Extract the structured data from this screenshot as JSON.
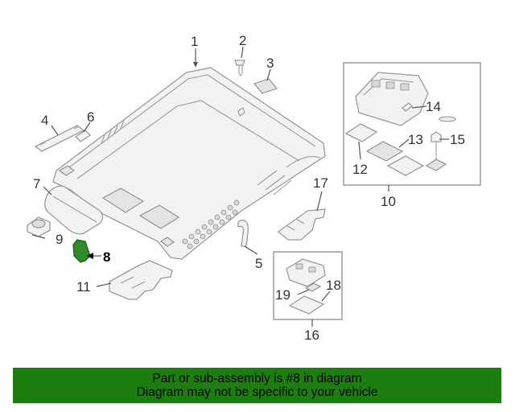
{
  "callouts": {
    "c1": "1",
    "c2": "2",
    "c3": "3",
    "c4": "4",
    "c5": "5",
    "c6": "6",
    "c7": "7",
    "c8": "8",
    "c9": "9",
    "c10": "10",
    "c11": "11",
    "c12": "12",
    "c13": "13",
    "c14": "14",
    "c15": "15",
    "c16": "16",
    "c17": "17",
    "c18": "18",
    "c19": "19"
  },
  "highlight_part": "8",
  "colors": {
    "highlight": "#2f8a2a",
    "banner_background": "#1e7d11",
    "banner_text": "#000000",
    "line_art": "#9a9a9a"
  },
  "banner": {
    "line1": "Part or sub-assembly is #8 in diagram",
    "line2": "Diagram may not be specific to your vehicle"
  }
}
